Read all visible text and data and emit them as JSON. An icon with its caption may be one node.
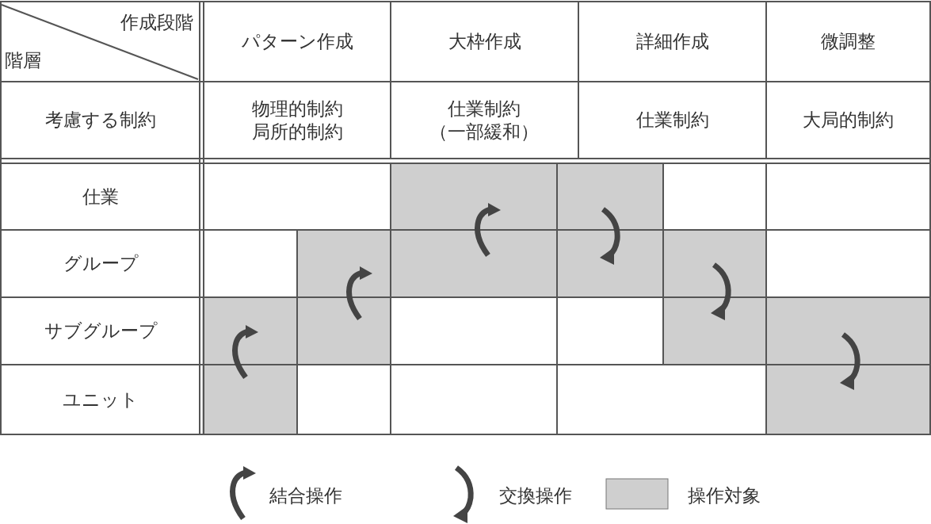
{
  "diagram": {
    "labels": [
      "作成段階",
      "階層",
      "パターン作成",
      "大枠作成",
      "詳細作成",
      "微調整",
      "考慮する制約",
      "物理的制約局所的制約",
      "仕業制約（一部緩和）",
      "仕業制約",
      "大局的制約",
      "仕業",
      "グループ",
      "サブグループ",
      "ユニット"
    ],
    "legend": [
      {
        "text": "結合操作"
      },
      {
        "text": "交換操作"
      },
      {
        "text": "操作対象",
        "color": "#cfcfcf"
      }
    ]
  }
}
